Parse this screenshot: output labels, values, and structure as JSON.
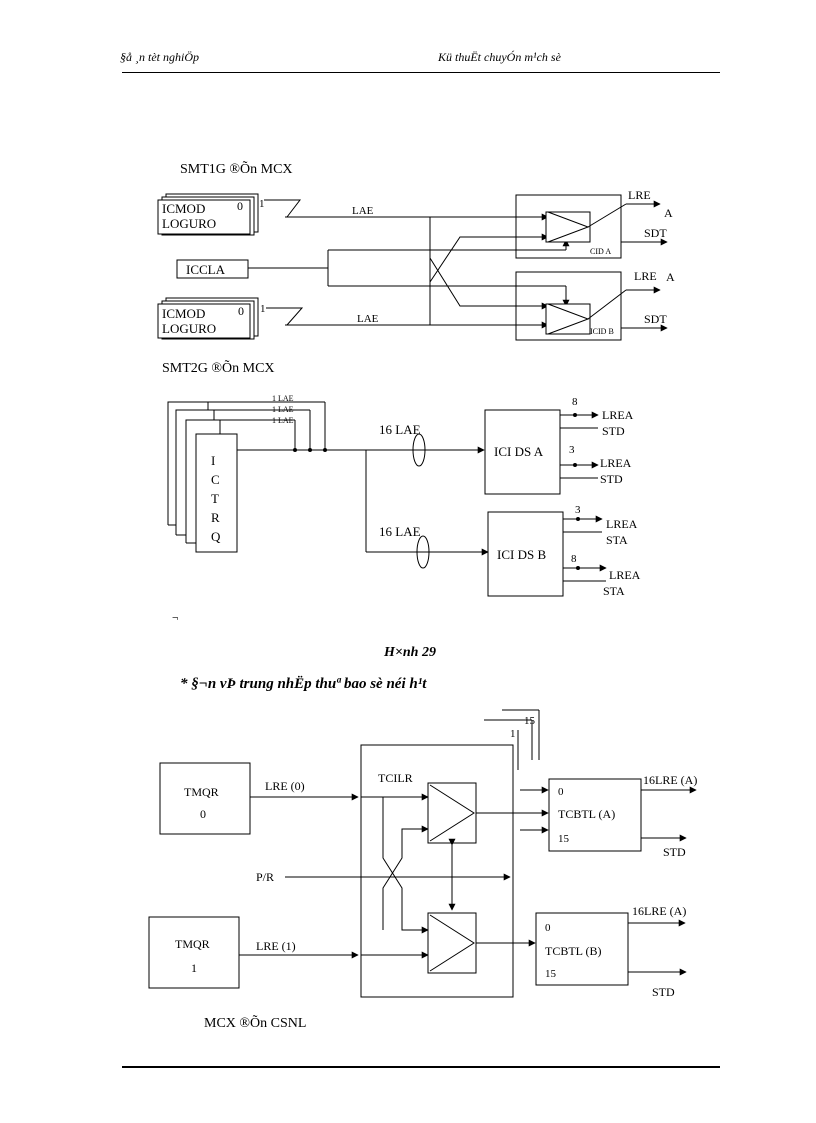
{
  "header": {
    "left": "§å ¸n tèt nghiÖp",
    "right": "Kü thuËt chuyÓn m¹ch sè"
  },
  "stray_mark": "¬",
  "figure_caption": "H×nh 29",
  "section_heading": "* §¬n vÞ trung nhËp thuª bao sè néi h¹t",
  "diagram1": {
    "title": "SMT1G ®Õn MCX",
    "card_top": {
      "line1": "ICMOD",
      "digit": "0",
      "line2": "LOGURO",
      "num": "1"
    },
    "card_bottom": {
      "line1": "ICMOD",
      "digit": "0",
      "line2": "LOGURO",
      "num": "1"
    },
    "iccla": "ICCLA",
    "lae_top": "LAE",
    "lae_bottom": "LAE",
    "box_a": {
      "lre": "LRE",
      "a": "A",
      "sdt": "SDT",
      "cid": "CID A"
    },
    "box_b": {
      "lre": "LRE",
      "a": "A",
      "sdt": "SDT",
      "cid": "ICID B"
    }
  },
  "diagram2": {
    "title": "SMT2G ®Õn MCX",
    "lae_labels": [
      "1 LAE",
      "1 LAE",
      "1 LAE"
    ],
    "ictrq": [
      "I",
      "C",
      "T",
      "R",
      "Q"
    ],
    "bus_a": "16 LAE",
    "bus_b": "16 LAE",
    "box_a": {
      "label": "ICI DS A",
      "n1": "8",
      "lrea1": "LREA",
      "std1": "STD",
      "n2": "3",
      "lrea2": "LREA",
      "std2": "STD"
    },
    "box_b": {
      "label": "ICI DS B",
      "n1": "3",
      "lrea1": "LREA",
      "sta1": "STA",
      "n2": "8",
      "lrea2": "LREA",
      "sta2": "STA"
    }
  },
  "diagram3": {
    "n15": "15",
    "n1": "1",
    "tmqr0": {
      "label": "TMQR",
      "num": "0"
    },
    "tmqr1": {
      "label": "TMQR",
      "num": "1"
    },
    "lre0": "LRE  (0)",
    "lre1": "LRE  (1)",
    "tcilr": "TCILR",
    "pr": "P/R",
    "tcbtl_a": {
      "zero": "0",
      "label": "TCBTL  (A)",
      "fifteen": "15",
      "out": "16LRE  (A)",
      "std": "STD"
    },
    "tcbtl_b": {
      "zero": "0",
      "label": "TCBTL  (B)",
      "fifteen": "15",
      "out": "16LRE  (A)",
      "std": "STD"
    },
    "caption": "MCX ®Õn CSNL"
  }
}
